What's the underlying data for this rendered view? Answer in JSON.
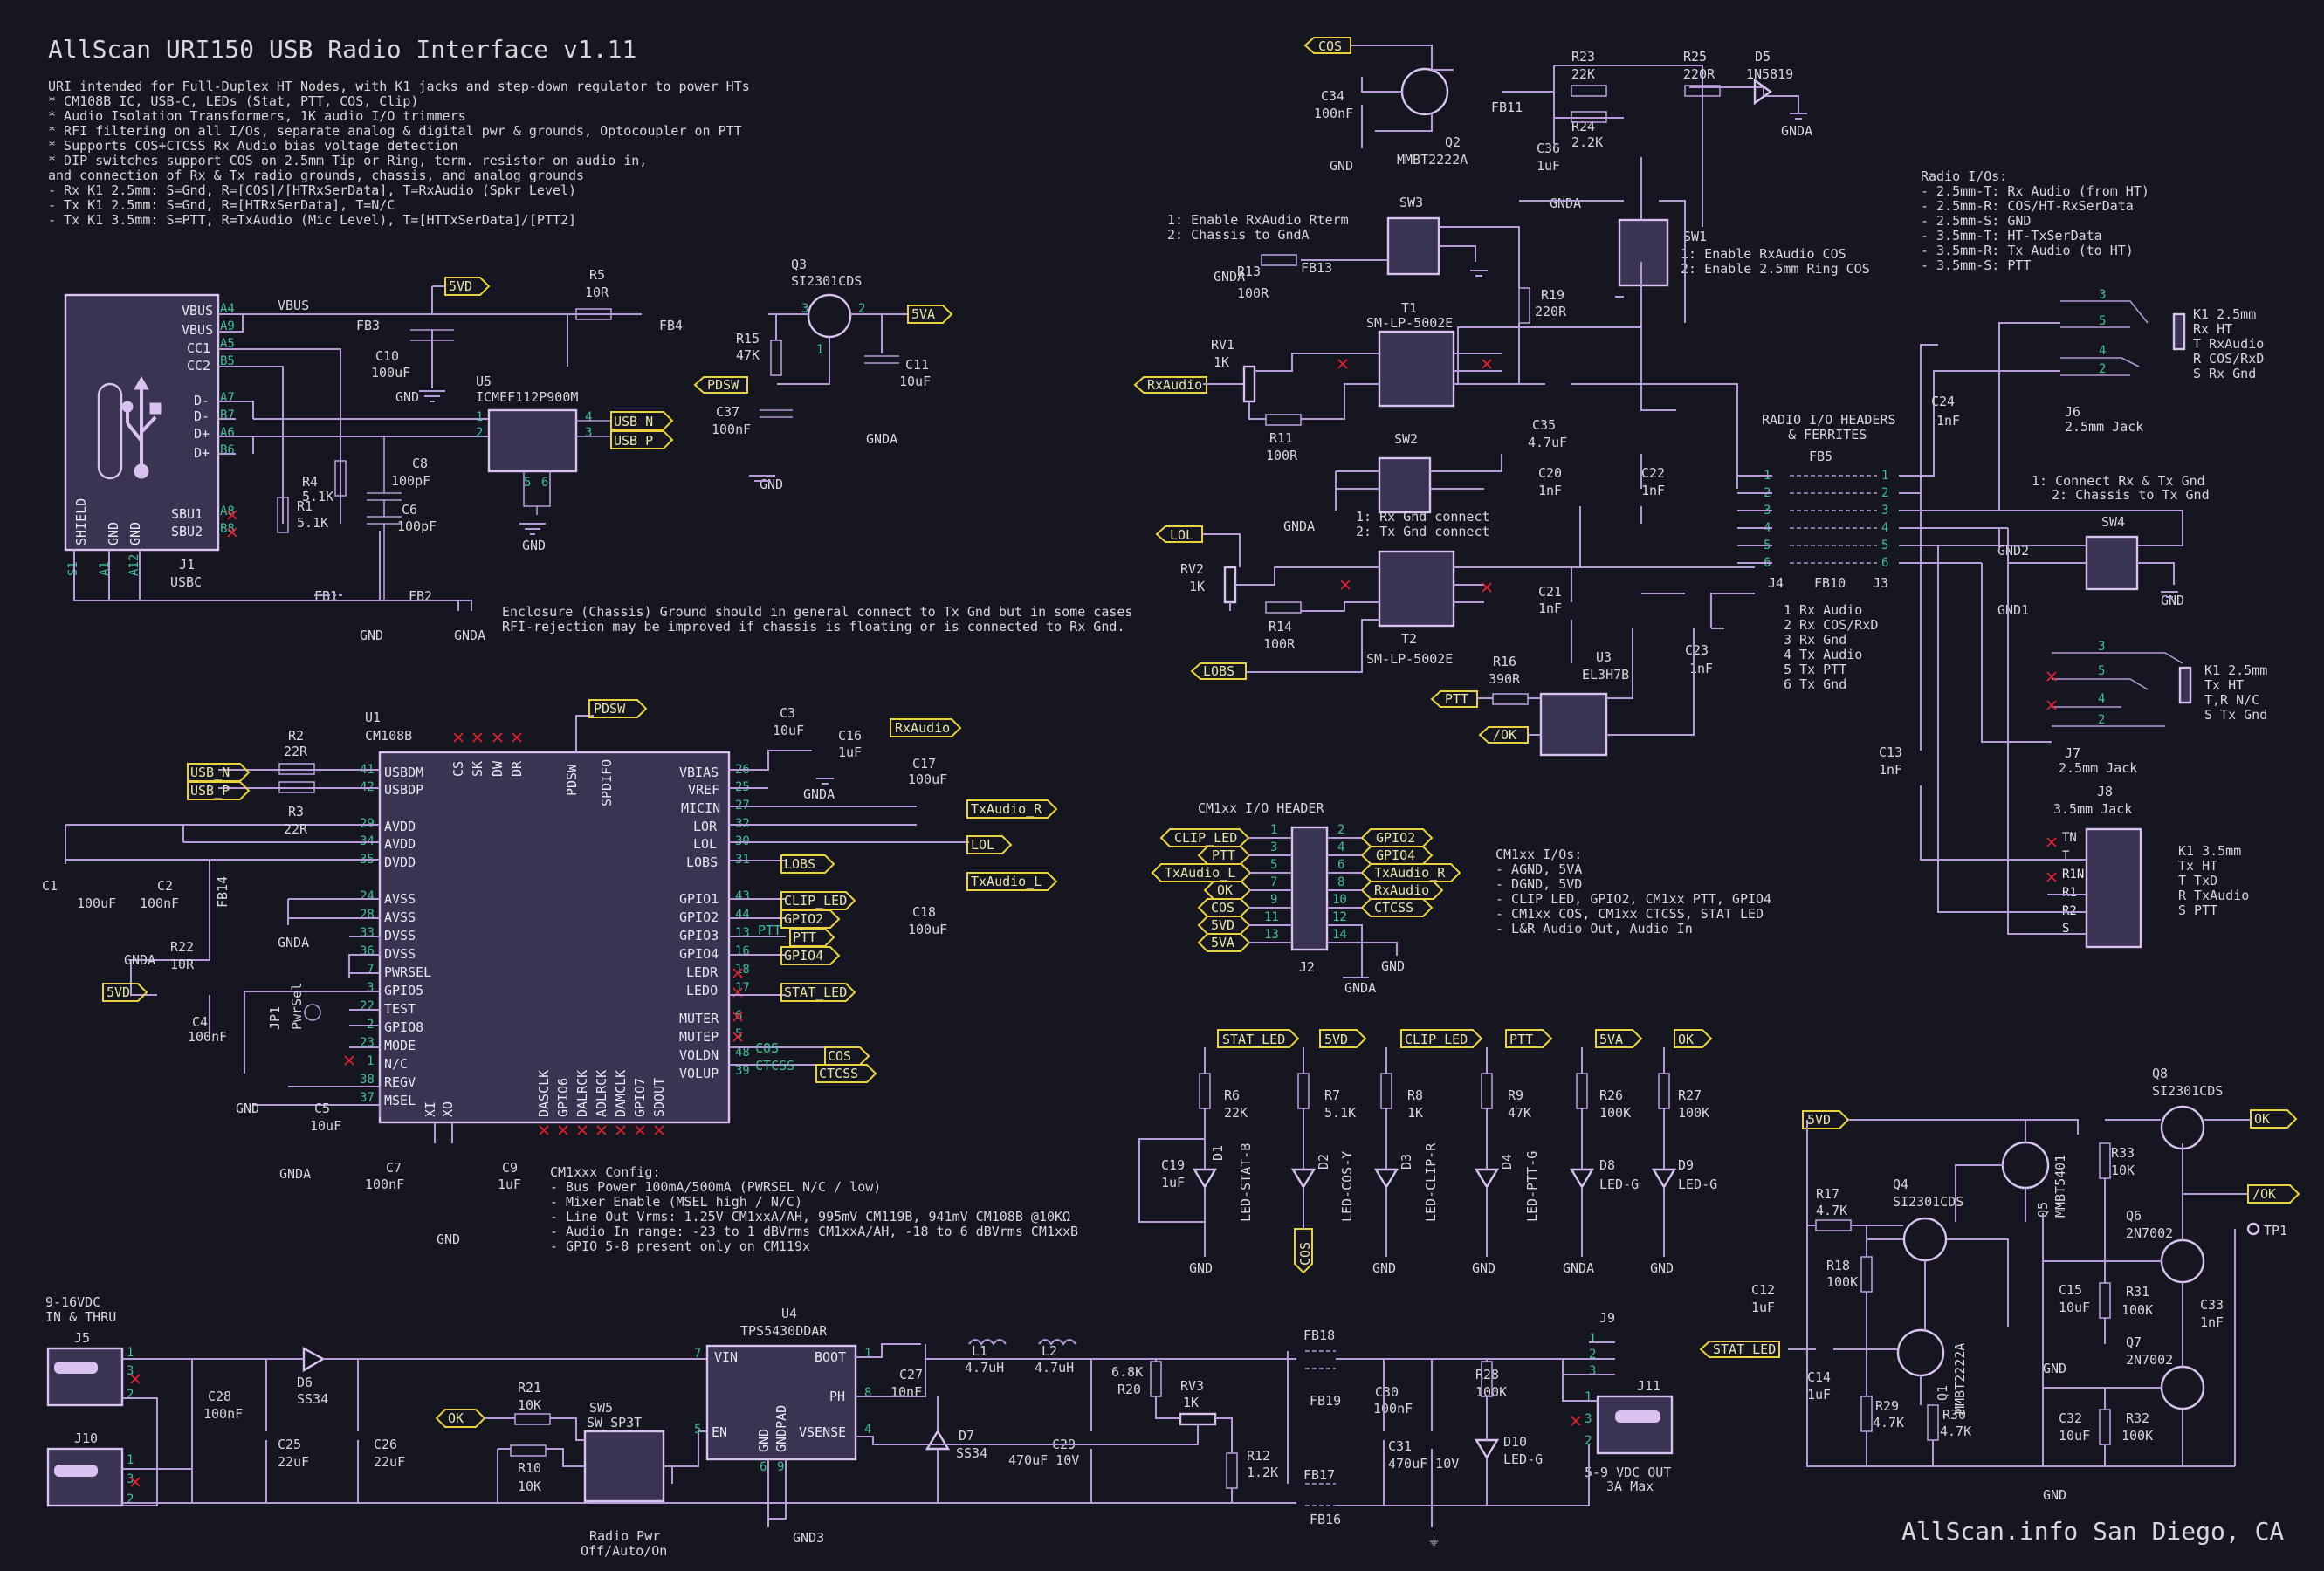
{
  "title": "AllScan  URI150  USB Radio Interface  v1.11",
  "footer": "AllScan.info  San Diego, CA",
  "colors": {
    "background": "#15161f",
    "wire": "#b79ad8",
    "body_fill": "#3a3352",
    "pin_num": "#3fbfa0",
    "label_outline": "#e9d23d",
    "no_connect": "#e02030"
  },
  "description_lines": [
    "URI intended for Full-Duplex HT Nodes, with K1 jacks and step-down regulator to power HTs",
    "* CM108B IC, USB-C, LEDs (Stat, PTT, COS, Clip)",
    "* Audio Isolation Transformers, 1K audio I/O trimmers",
    "* RFI filtering on all I/Os, separate analog & digital pwr & grounds, Optocoupler on PTT",
    "* Supports COS+CTCSS Rx Audio bias voltage detection",
    "* DIP switches support COS on 2.5mm Tip or Ring, term. resistor on audio in,",
    "  and connection of Rx & Tx radio grounds, chassis, and analog grounds",
    "- Rx K1 2.5mm: S=Gnd, R=[COS]/[HTRxSerData], T=RxAudio (Spkr Level)",
    "- Tx K1 2.5mm: S=Gnd, R=[HTRxSerData], T=N/C",
    "- Tx K1 3.5mm: S=PTT, R=TxAudio (Mic Level), T=[HTTxSerData]/[PTT2]"
  ],
  "enclosure_note": [
    "Enclosure (Chassis) Ground should in general connect to Tx Gnd but in some cases",
    "RFI-rejection may be improved if chassis is floating or is connected to Rx Gnd."
  ],
  "cm1xx_config": [
    "CM1xxx Config:",
    "- Bus Power 100mA/500mA (PWRSEL N/C / low)",
    "- Mixer Enable (MSEL high / N/C)",
    "- Line Out Vrms: 1.25V CM1xxA/AH, 995mV CM119B, 941mV CM108B @10KΩ",
    "- Audio In range: -23 to 1 dBVrms CM1xxA/AH, -18 to 6 dBVrms CM1xxB",
    "- GPIO 5-8 present only on CM119x"
  ],
  "cm1xx_ios": [
    "CM1xx I/Os:",
    "- AGND, 5VA",
    "- DGND, 5VD",
    "- CLIP LED, GPIO2, CM1xx PTT, GPIO4",
    "- CM1xx COS, CM1xx CTCSS, STAT LED",
    "- L&R Audio Out, Audio In"
  ],
  "radio_ios": [
    "Radio I/Os:",
    "- 2.5mm-T: Rx Audio (from HT)",
    "- 2.5mm-R: COS/HT-RxSerData",
    "- 2.5mm-S: GND",
    "- 3.5mm-T: HT-TxSerData",
    "- 3.5mm-R: Tx Audio (to HT)",
    "- 3.5mm-S: PTT"
  ],
  "radio_header_title": [
    "RADIO I/O HEADERS",
    "& FERRITES"
  ],
  "radio_header_pins": [
    "1 Rx Audio",
    "2 Rx COS/RxD",
    "3 Rx Gnd",
    "4 Tx Audio",
    "5 Tx PTT",
    "6 Tx Gnd"
  ],
  "cm1xx_header_title": "CM1xx I/O HEADER",
  "sw1_text": [
    "1: Enable RxAudio COS",
    "2: Enable 2.5mm Ring COS"
  ],
  "sw3_text": [
    "1: Enable RxAudio Rterm",
    "2: Chassis to GndA"
  ],
  "sw2_text": [
    "1: Rx Gnd connect",
    "2: Tx Gnd connect"
  ],
  "sw4_text": [
    "1: Connect Rx & Tx Gnd",
    "2: Chassis to Tx Gnd"
  ],
  "k1_rx": [
    "K1 2.5mm",
    "Rx HT",
    "T RxAudio",
    "R COS/RxD",
    "S Rx Gnd"
  ],
  "k1_tx25": [
    "K1 2.5mm",
    "Tx HT",
    "T,R N/C",
    "S Tx Gnd"
  ],
  "k1_tx35": [
    "K1 3.5mm",
    "Tx HT",
    "T TxD",
    "R TxAudio",
    "S PTT"
  ],
  "power_in": [
    "9-16VDC",
    "IN & THRU"
  ],
  "power_out": [
    "5-9 VDC OUT",
    "3A Max"
  ],
  "radio_pwr": [
    "Radio Pwr",
    "Off/Auto/On"
  ],
  "u1_left_pins": [
    "USBDM",
    "USBDP",
    "AVDD",
    "AVDD",
    "DVDD",
    "AVSS",
    "AVSS",
    "DVSS",
    "DVSS",
    "PWRSEL",
    "GPIO5",
    "TEST",
    "GPIO8",
    "MODE",
    "N/C",
    "REGV",
    "MSEL"
  ],
  "u1_left_nums": [
    "41",
    "42",
    "29",
    "34",
    "35",
    "24",
    "28",
    "33",
    "36",
    "7",
    "3",
    "22",
    "2",
    "23",
    "1",
    "38",
    "37"
  ],
  "u1_right_pins": [
    "VBIAS",
    "VREF",
    "MICIN",
    "LOR",
    "LOL",
    "LOBS",
    "GPIO1",
    "GPIO2",
    "GPIO3",
    "GPIO4",
    "LEDR",
    "LEDO",
    "MUTER",
    "MUTEP",
    "VOLDN",
    "VOLUP"
  ],
  "u1_right_nums": [
    "26",
    "25",
    "27",
    "32",
    "30",
    "31",
    "43",
    "44",
    "13",
    "16",
    "18",
    "17",
    "6",
    "5",
    "48",
    "39"
  ],
  "u1_top_pins": [
    "CS",
    "SK",
    "DW",
    "DR",
    "PDSW",
    "SPDIFO"
  ],
  "u1_bottom_pins": [
    "DASCLK",
    "GPIO6",
    "DALRCK",
    "ADLRCK",
    "DAMCLK",
    "GPIO7",
    "SDOUT"
  ],
  "net_labels": {
    "cos": "COS",
    "v5d": "5VD",
    "v5a": "5VA",
    "usb_n": "USB_N",
    "usb_p": "USB_P",
    "pdsw": "PDSW",
    "rxaudio": "RxAudio",
    "txaudio_r": "TxAudio_R",
    "txaudio_l": "TxAudio_L",
    "lol": "LOL",
    "lobs": "LOBS",
    "clip_led": "CLIP_LED",
    "gpio2": "GPIO2",
    "ptt": "PTT",
    "gpio4": "GPIO4",
    "stat_led": "STAT_LED",
    "ctcss": "CTCSS",
    "ok": "OK",
    "nok": "/OK",
    "tp1": "TP1"
  },
  "j2_left": [
    "CLIP_LED",
    "PTT",
    "TxAudio_L",
    "OK",
    "COS",
    "5VD",
    "5VA"
  ],
  "j2_right": [
    "GPIO2",
    "GPIO4",
    "TxAudio_R",
    "RxAudio",
    "CTCSS",
    "GND"
  ],
  "leds": [
    {
      "ref": "R6",
      "val": "22K",
      "d": "D1",
      "dv": "LED-STAT-B",
      "net": "STAT_LED"
    },
    {
      "ref": "R7",
      "val": "5.1K",
      "d": "D2",
      "dv": "LED-COS-Y",
      "net": "5VD"
    },
    {
      "ref": "R8",
      "val": "1K",
      "d": "D3",
      "dv": "LED-CLIP-R",
      "net": "CLIP_LED"
    },
    {
      "ref": "R9",
      "val": "47K",
      "d": "D4",
      "dv": "LED-PTT-G",
      "net": "PTT"
    },
    {
      "ref": "R26",
      "val": "100K",
      "d": "D8",
      "dv": "LED-G",
      "net": "5VA"
    },
    {
      "ref": "R27",
      "val": "100K",
      "d": "D9",
      "dv": "LED-G",
      "net": "OK"
    }
  ]
}
